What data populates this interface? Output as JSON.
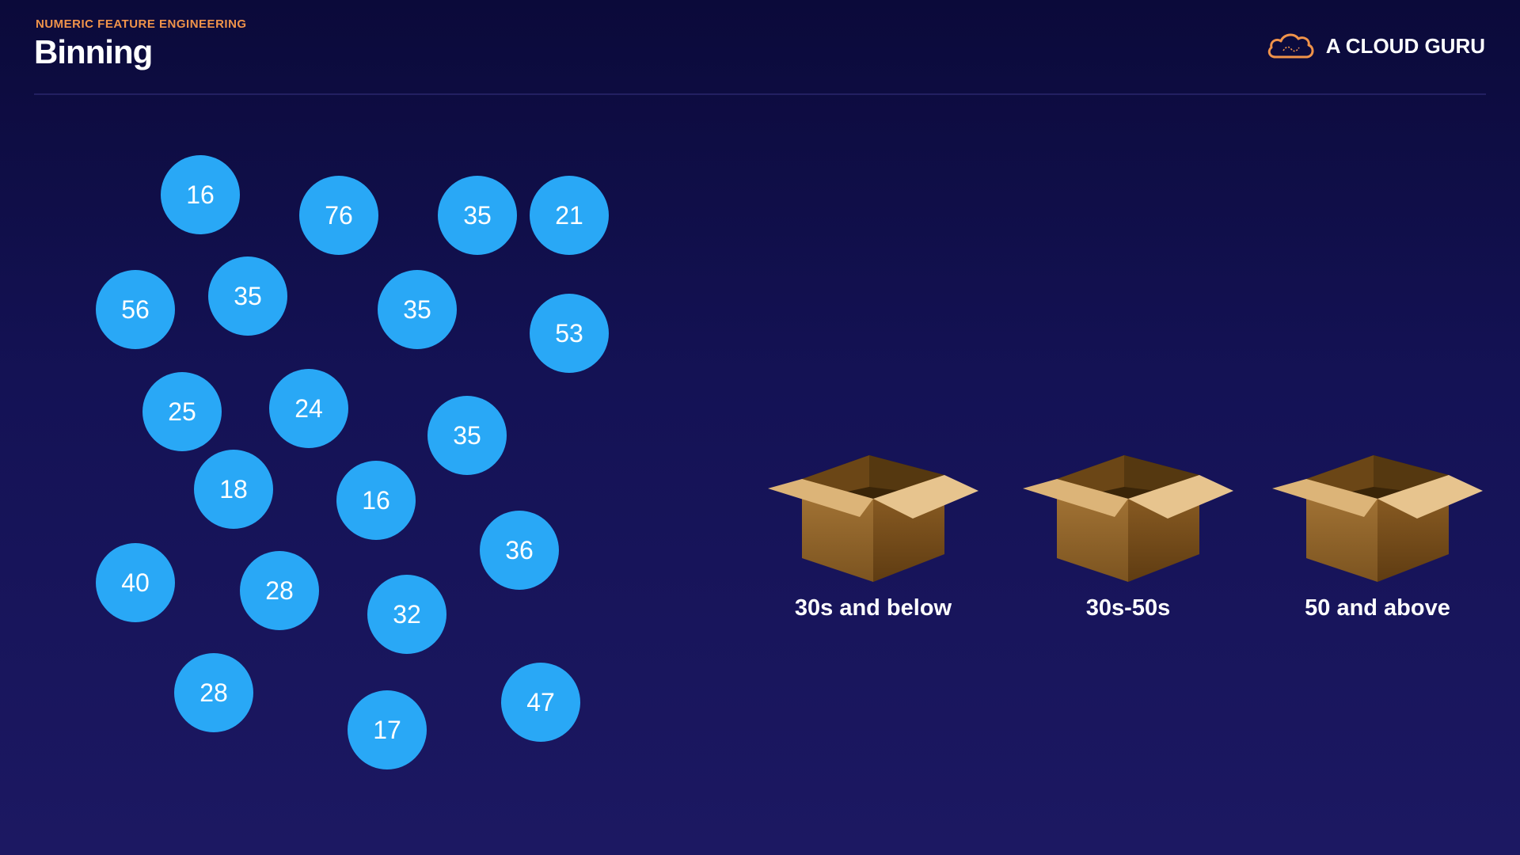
{
  "header": {
    "eyebrow": "NUMERIC FEATURE ENGINEERING",
    "title": "Binning",
    "brand": "A CLOUD GURU",
    "brand_icon": "cloud-icon",
    "eyebrow_color": "#f0934a"
  },
  "values": [
    "16",
    "76",
    "35",
    "21",
    "56",
    "35",
    "35",
    "53",
    "25",
    "24",
    "35",
    "18",
    "16",
    "36",
    "40",
    "28",
    "32",
    "28",
    "17",
    "47"
  ],
  "ball_color": "#29a8f6",
  "bins": [
    {
      "label": "30s and below",
      "icon": "box-icon"
    },
    {
      "label": "30s-50s",
      "icon": "box-icon"
    },
    {
      "label": "50 and above",
      "icon": "box-icon"
    }
  ]
}
